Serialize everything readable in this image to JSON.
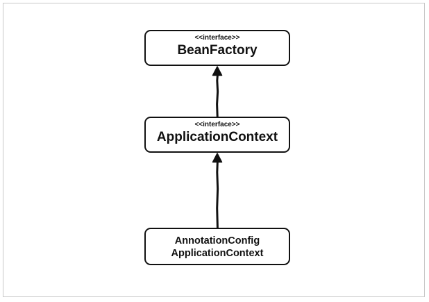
{
  "diagram": {
    "nodes": [
      {
        "id": "bean-factory",
        "stereotype": "<<interface>>",
        "name": "BeanFactory"
      },
      {
        "id": "application-context",
        "stereotype": "<<interface>>",
        "name": "ApplicationContext"
      },
      {
        "id": "annotation-config-application-context",
        "name_line1": "AnnotationConfig",
        "name_line2": "ApplicationContext"
      }
    ],
    "edges": [
      {
        "from": "application-context",
        "to": "bean-factory",
        "type": "inheritance"
      },
      {
        "from": "annotation-config-application-context",
        "to": "application-context",
        "type": "inheritance"
      }
    ],
    "colors": {
      "stroke": "#111111",
      "background": "#ffffff",
      "frame": "#c8c8c8"
    }
  }
}
